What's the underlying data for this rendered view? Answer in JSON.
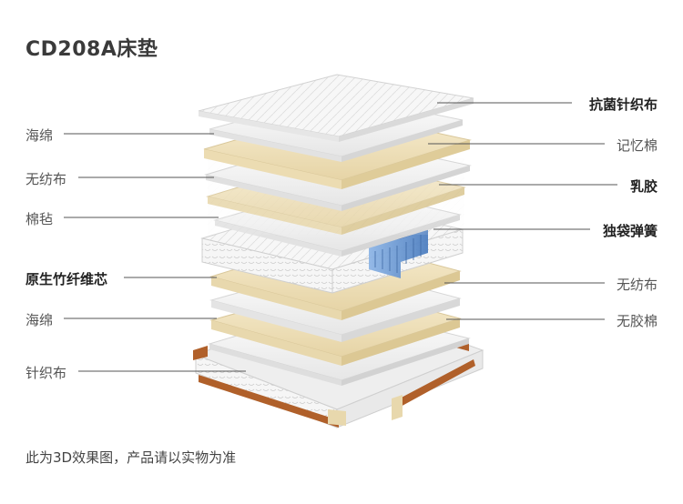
{
  "title": "CD208A床垫",
  "left_labels": [
    {
      "text": "海绵",
      "bold": false
    },
    {
      "text": "无纺布",
      "bold": false
    },
    {
      "text": "棉毡",
      "bold": false
    },
    {
      "text": "原生竹纤维芯",
      "bold": true
    },
    {
      "text": "海绵",
      "bold": false
    },
    {
      "text": "针织布",
      "bold": false
    }
  ],
  "right_labels": [
    {
      "text": "抗菌针织布",
      "bold": true
    },
    {
      "text": "记忆棉",
      "bold": false
    },
    {
      "text": "乳胶",
      "bold": true
    },
    {
      "text": "独袋弹簧",
      "bold": true
    },
    {
      "text": "无纺布",
      "bold": false
    },
    {
      "text": "无胶棉",
      "bold": false
    }
  ],
  "footer": "此为3D效果图，产品请以实物为准",
  "colors": {
    "white_layer": "#f4f4f4",
    "cream_layer": "#efe2bf",
    "spring_blue": "#6f9fd6",
    "frame_brown": "#b0602a"
  }
}
